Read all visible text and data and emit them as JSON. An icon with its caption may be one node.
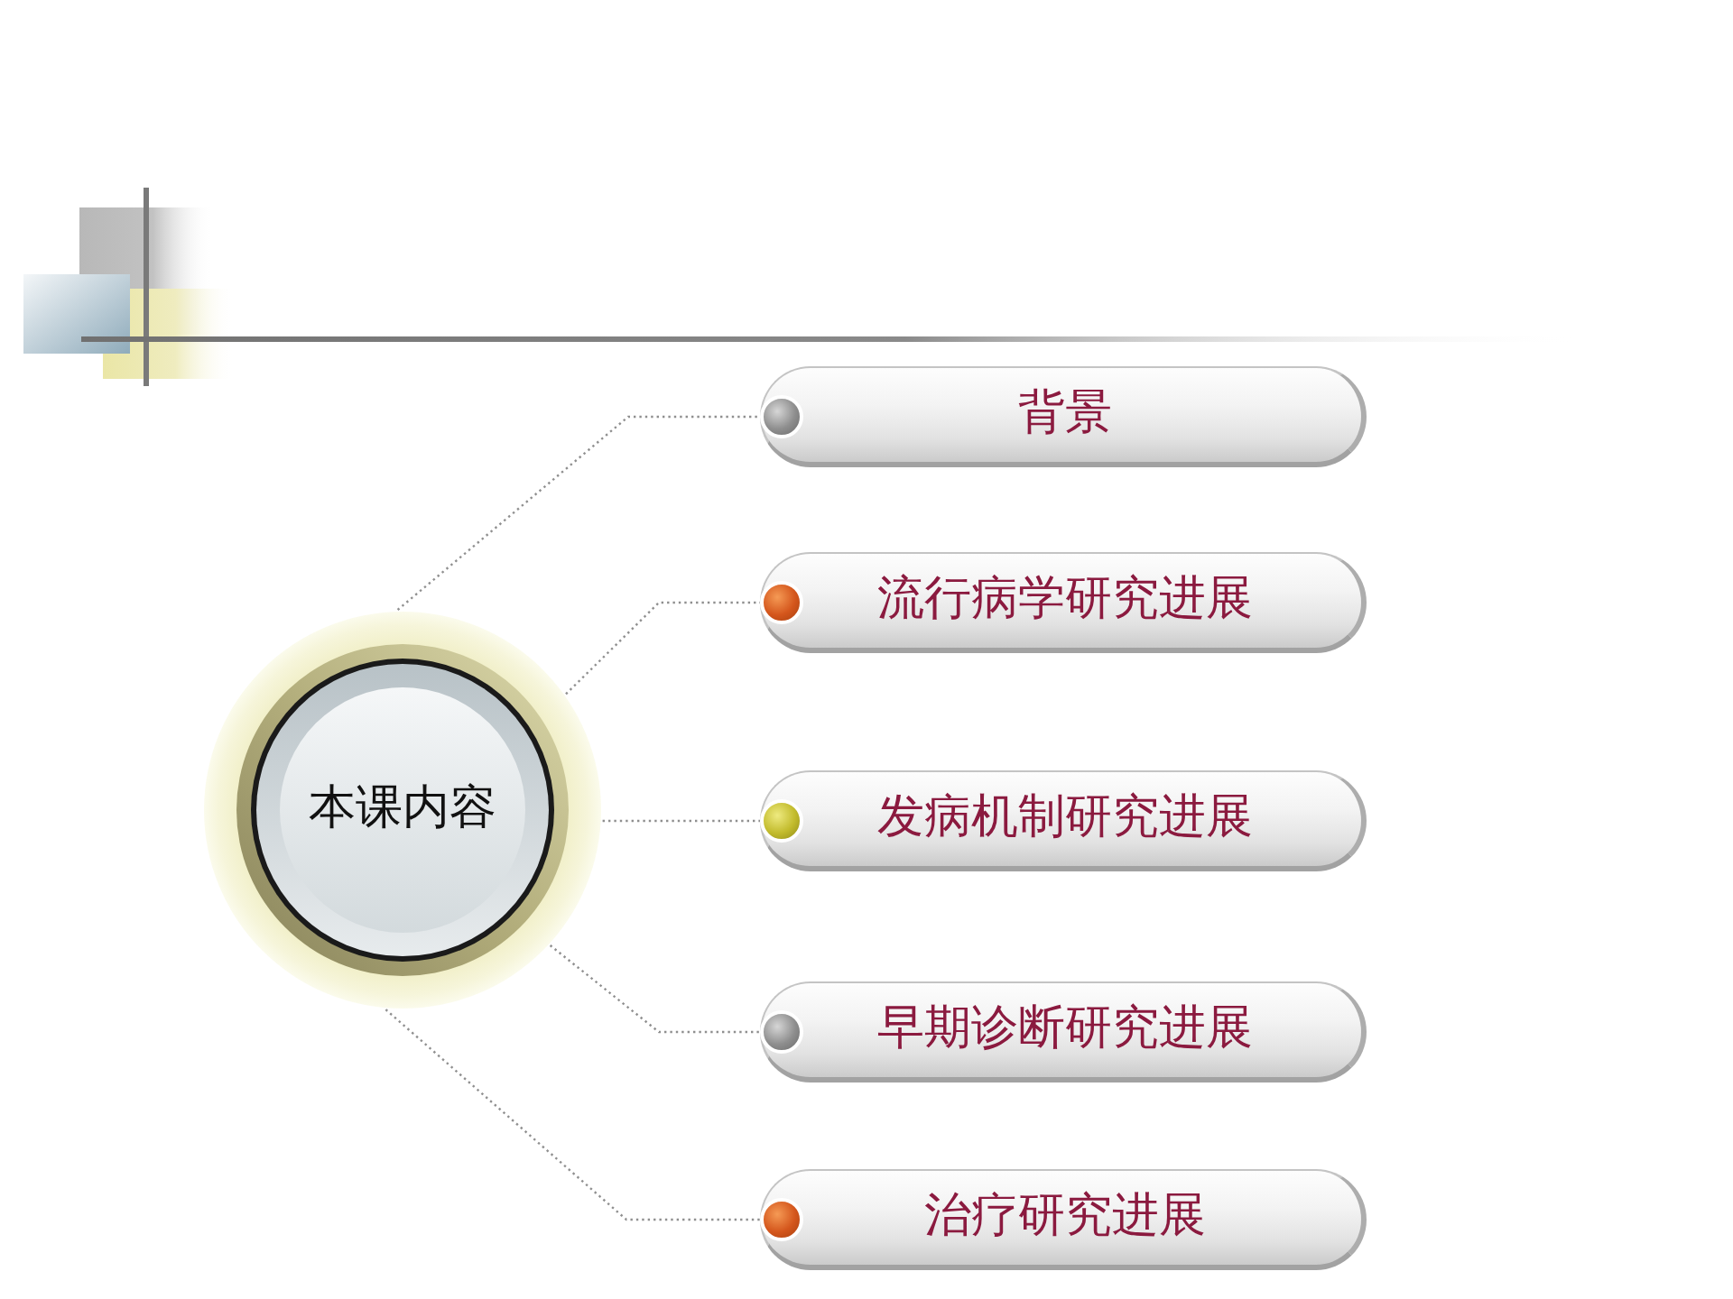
{
  "diagram": {
    "nodes": [
      {
        "text": [
          "本课内容"
        ]
      },
      {
        "text": [
          "背景"
        ]
      },
      {
        "text": [
          "流行病学研究进展"
        ]
      },
      {
        "text": [
          "发病机制研究进展"
        ]
      },
      {
        "text": [
          "早期诊断研究进展"
        ]
      },
      {
        "text": [
          "治疗研究进展"
        ]
      }
    ],
    "edges": [
      {
        "from": 0,
        "to": 1,
        "arrow": "none"
      },
      {
        "from": 0,
        "to": 2,
        "arrow": "none"
      },
      {
        "from": 0,
        "to": 3,
        "arrow": "none"
      },
      {
        "from": 0,
        "to": 4,
        "arrow": "none"
      },
      {
        "from": 0,
        "to": 5,
        "arrow": "none"
      }
    ]
  }
}
